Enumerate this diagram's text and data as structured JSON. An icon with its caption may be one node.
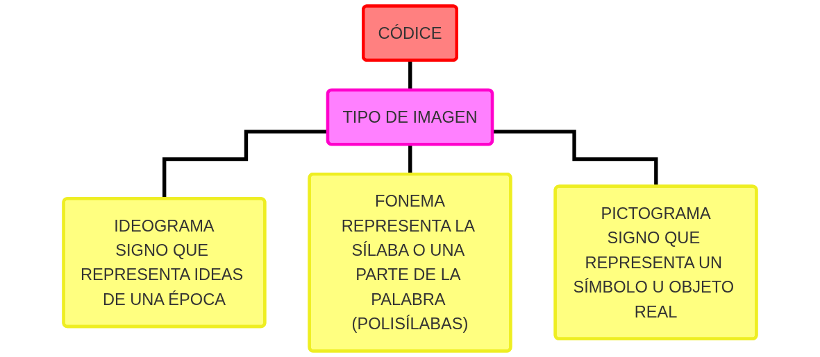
{
  "diagram": {
    "nodes": [
      {
        "text": [
          "CÓDICE"
        ]
      },
      {
        "text": [
          "TIPO DE IMAGEN"
        ]
      },
      {
        "text": [
          "IDEOGRAMA",
          "SIGNO QUE REPRESENTA IDEAS DE UNA ÉPOCA"
        ]
      },
      {
        "text": [
          "FONEMA",
          "REPRESENTA LA SÍLABA O UNA PARTE DE LA PALABRA (POLISÍLABAS)"
        ]
      },
      {
        "text": [
          "PICTOGRAMA",
          "SIGNO QUE REPRESENTA UN SÍMBOLO U OBJETO REAL"
        ]
      }
    ],
    "edges": [
      {
        "from": 0,
        "to": 1,
        "arrow": "none"
      },
      {
        "from": 1,
        "to": 2,
        "arrow": "none"
      },
      {
        "from": 1,
        "to": 3,
        "arrow": "none"
      },
      {
        "from": 1,
        "to": 4,
        "arrow": "none"
      }
    ]
  }
}
